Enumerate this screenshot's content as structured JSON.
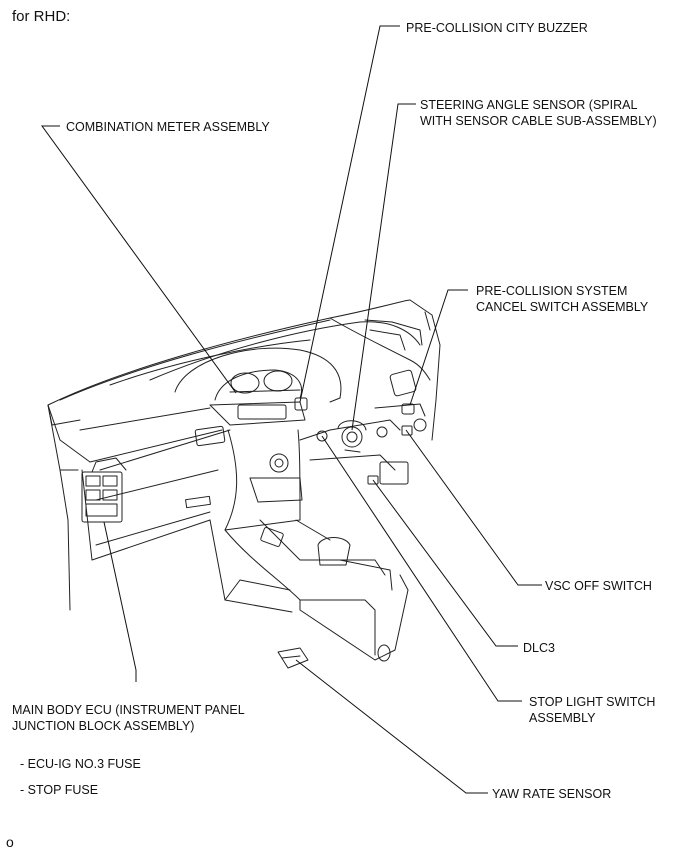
{
  "header": "for RHD:",
  "footer": "o",
  "labels": {
    "buzzer": "PRE-COLLISION CITY BUZZER",
    "steering_1": "STEERING ANGLE SENSOR (SPIRAL",
    "steering_2": "WITH SENSOR CABLE SUB-ASSEMBLY)",
    "meter": "COMBINATION METER ASSEMBLY",
    "cancel_1": "PRE-COLLISION SYSTEM",
    "cancel_2": "CANCEL SWITCH ASSEMBLY",
    "vsc": "VSC OFF SWITCH",
    "dlc3": "DLC3",
    "stop_1": "STOP LIGHT SWITCH",
    "stop_2": "ASSEMBLY",
    "ecu_1": "MAIN BODY ECU (INSTRUMENT PANEL",
    "ecu_2": "JUNCTION BLOCK ASSEMBLY)",
    "fuse_1": "- ECU-IG NO.3 FUSE",
    "fuse_2": "- STOP FUSE",
    "yaw": "YAW RATE SENSOR"
  }
}
